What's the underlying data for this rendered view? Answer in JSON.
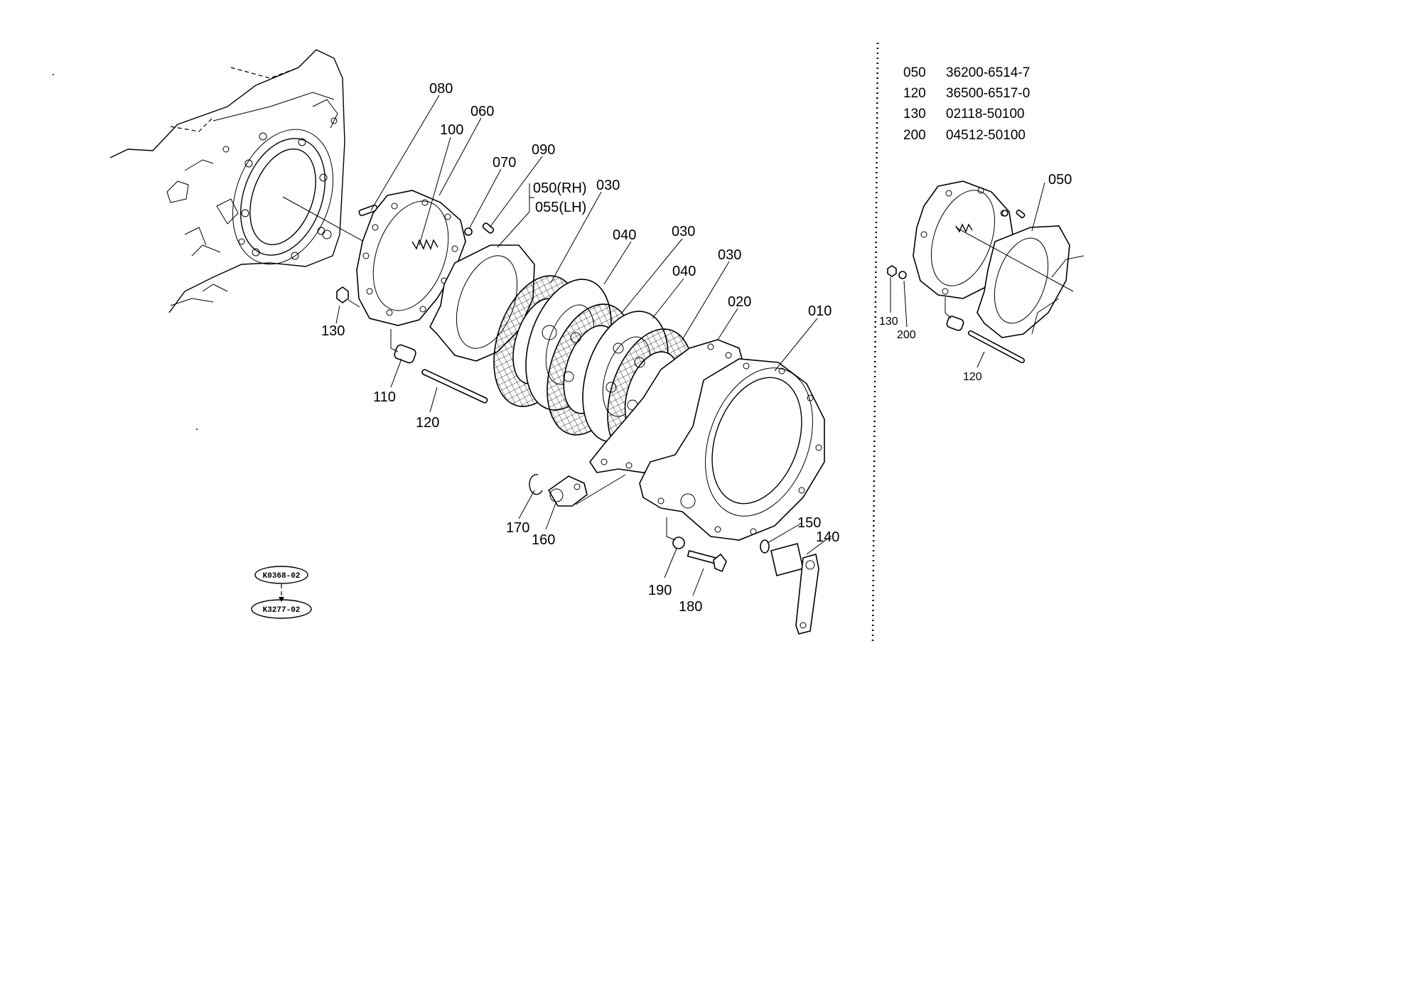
{
  "callouts": {
    "c080": "080",
    "c060": "060",
    "c100": "100",
    "c070": "070",
    "c090": "090",
    "c050rh": "050(RH)",
    "c055lh": "055(LH)",
    "c030a": "030",
    "c040a": "040",
    "c030b": "030",
    "c040b": "040",
    "c030c": "030",
    "c020": "020",
    "c010": "010",
    "c130": "130",
    "c110": "110",
    "c120": "120",
    "c170": "170",
    "c160": "160",
    "c150": "150",
    "c140": "140",
    "c190": "190",
    "c180": "180"
  },
  "inset_callouts": {
    "c050": "050",
    "c130": "130",
    "c200": "200",
    "c120": "120"
  },
  "part_table": [
    {
      "ref": "050",
      "part_no": "36200-6514-7"
    },
    {
      "ref": "120",
      "part_no": "36500-6517-0"
    },
    {
      "ref": "130",
      "part_no": "02118-50100"
    },
    {
      "ref": "200",
      "part_no": "04512-50100"
    }
  ],
  "page_refs": {
    "from": "K0368-02",
    "to": "K3277-02"
  }
}
